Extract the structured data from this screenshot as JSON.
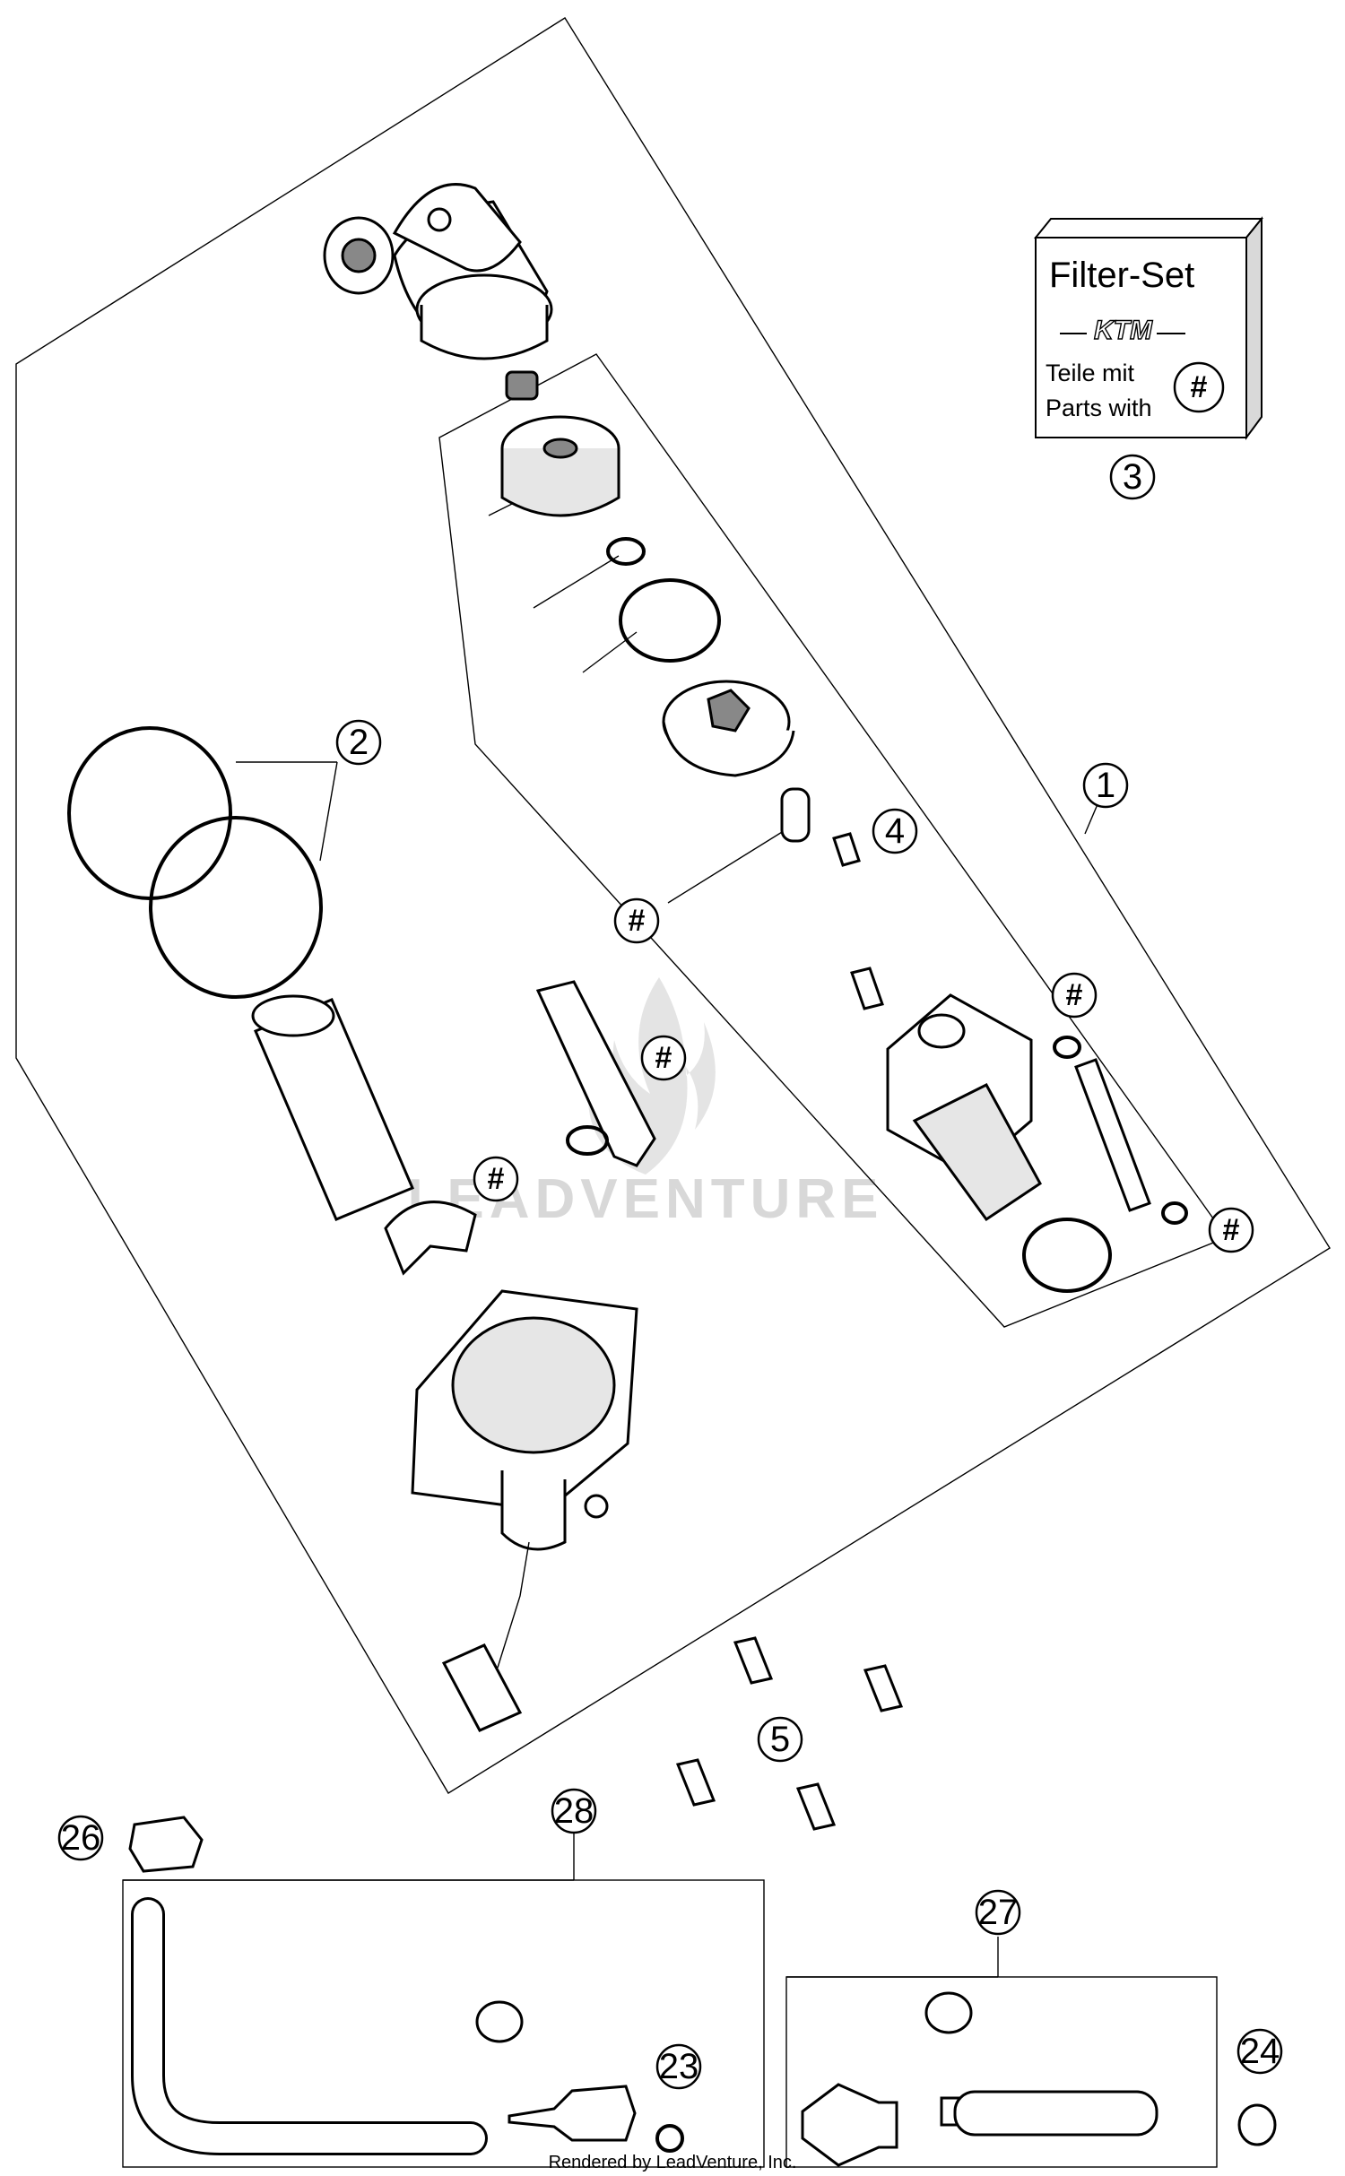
{
  "callouts": {
    "c1": "1",
    "c2": "2",
    "c3": "3",
    "c4": "4",
    "c5": "5",
    "c23": "23",
    "c24": "24",
    "c26": "26",
    "c27": "27",
    "c28": "28"
  },
  "hash_symbol": "#",
  "filter_kit": {
    "title": "Filter-Set",
    "brand": "KTM",
    "line1": "Teile mit",
    "line2": "Parts with"
  },
  "watermark": "LEADVENTURE",
  "footer": "Rendered by LeadVenture, Inc."
}
